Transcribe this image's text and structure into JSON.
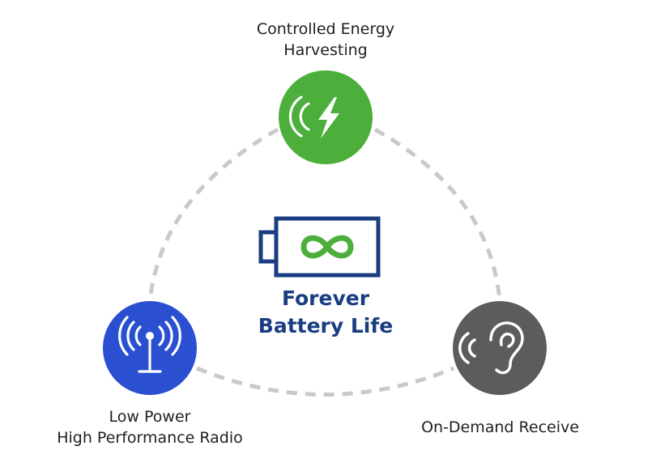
{
  "nodes": {
    "top": {
      "label_lines": [
        "Controlled Energy",
        "Harvesting"
      ],
      "color": "#4caf3c",
      "icon": "wireless-charging-icon"
    },
    "left": {
      "label_lines": [
        "Low Power",
        "High Performance Radio"
      ],
      "color": "#2a4fd0",
      "icon": "radio-antenna-icon"
    },
    "right": {
      "label_lines": [
        "On-Demand Receive"
      ],
      "color": "#5c5c5c",
      "icon": "listening-ear-icon"
    }
  },
  "center": {
    "title_lines": [
      "Forever",
      "Battery Life"
    ],
    "battery_color": "#1a3d82",
    "infinity_color": "#4caf3c",
    "icon": "infinite-battery-icon"
  },
  "connector_color": "#c9c9c9"
}
